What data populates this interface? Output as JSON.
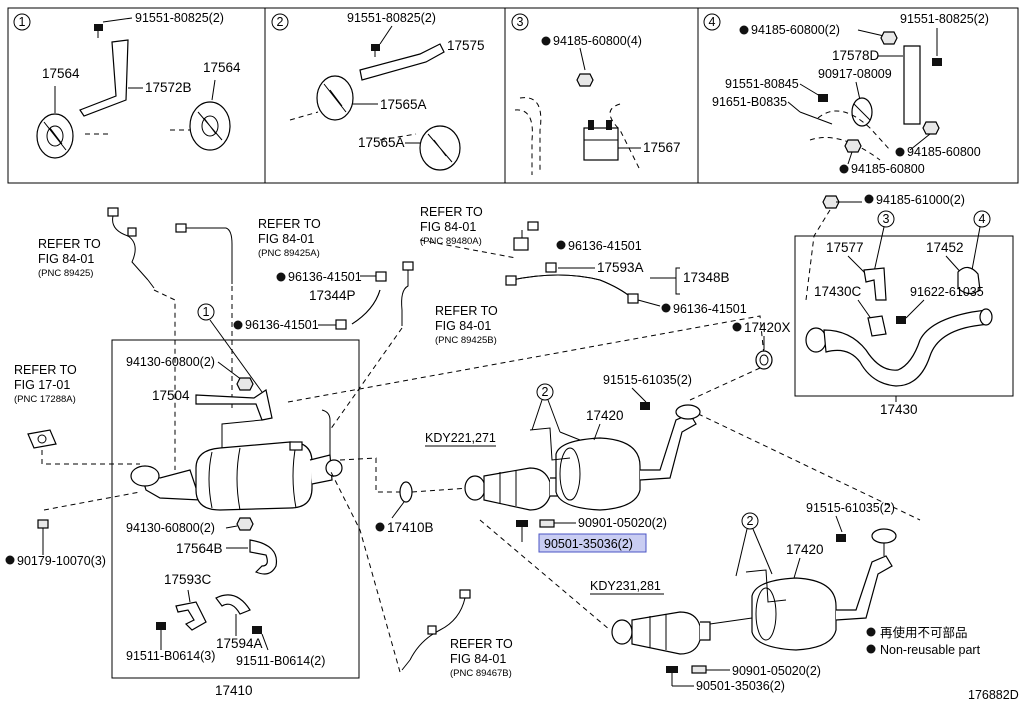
{
  "panels": [
    {
      "num": "1",
      "labels": [
        "91551-80825(2)",
        "17564",
        "17572B",
        "17564"
      ]
    },
    {
      "num": "2",
      "labels": [
        "91551-80825(2)",
        "17575",
        "17565A",
        "17565A"
      ]
    },
    {
      "num": "3",
      "labels": [
        "94185-60800(4)",
        "17567"
      ]
    },
    {
      "num": "4",
      "labels": [
        "94185-60800(2)",
        "91551-80825(2)",
        "17578D",
        "91551-80845",
        "90917-08009",
        "91651-B0835",
        "94185-60800",
        "94185-60800"
      ]
    }
  ],
  "refs": [
    {
      "line1": "REFER TO",
      "line2": "FIG 84-01",
      "pnc": "(PNC 89425)"
    },
    {
      "line1": "REFER TO",
      "line2": "FIG 84-01",
      "pnc": "(PNC 89425A)"
    },
    {
      "line1": "REFER TO",
      "line2": "FIG 84-01",
      "pnc": "(PNC 89480A)"
    },
    {
      "line1": "REFER TO",
      "line2": "FIG 84-01",
      "pnc": "(PNC 89425B)"
    },
    {
      "line1": "REFER TO",
      "line2": "FIG 17-01",
      "pnc": "(PNC 17288A)"
    },
    {
      "line1": "REFER TO",
      "line2": "FIG 84-01",
      "pnc": "(PNC 89467B)"
    }
  ],
  "parts": {
    "p96136_a": "96136-41501",
    "p96136_b": "96136-41501",
    "p96136_c": "96136-41501",
    "p96136_d": "96136-41501",
    "p17593A": "17593A",
    "p17348B": "17348B",
    "p17344P": "17344P",
    "p94130_a": "94130-60800(2)",
    "p17504": "17504",
    "p94130_b": "94130-60800(2)",
    "p17564B": "17564B",
    "p17593C": "17593C",
    "p17594A": "17594A",
    "p91511_a": "91511-B0614(3)",
    "p91511_b": "91511-B0614(2)",
    "p17410": "17410",
    "p17410B": "17410B",
    "p90179": "90179-10070(3)",
    "p17420X": "17420X",
    "p91515_a": "91515-61035(2)",
    "p17420_a": "17420",
    "kdy_a": "KDY221,271",
    "p90901_a": "90901-05020(2)",
    "p90501_a": "90501-35036(2)",
    "p91515_b": "91515-61035(2)",
    "p17420_b": "17420",
    "kdy_b": "KDY231,281",
    "p90901_b": "90901-05020(2)",
    "p90501_b": "90501-35036(2)",
    "p94185_61000": "94185-61000(2)",
    "p17577": "17577",
    "p17452": "17452",
    "p17430C": "17430C",
    "p91622": "91622-61035",
    "p17430": "17430",
    "callout1": "1",
    "callout2a": "2",
    "callout2b": "2",
    "callout3": "3",
    "callout4": "4"
  },
  "legend": {
    "jp": "再使用不可部品",
    "en": "Non-reusable part"
  },
  "diagram_id": "176882D"
}
